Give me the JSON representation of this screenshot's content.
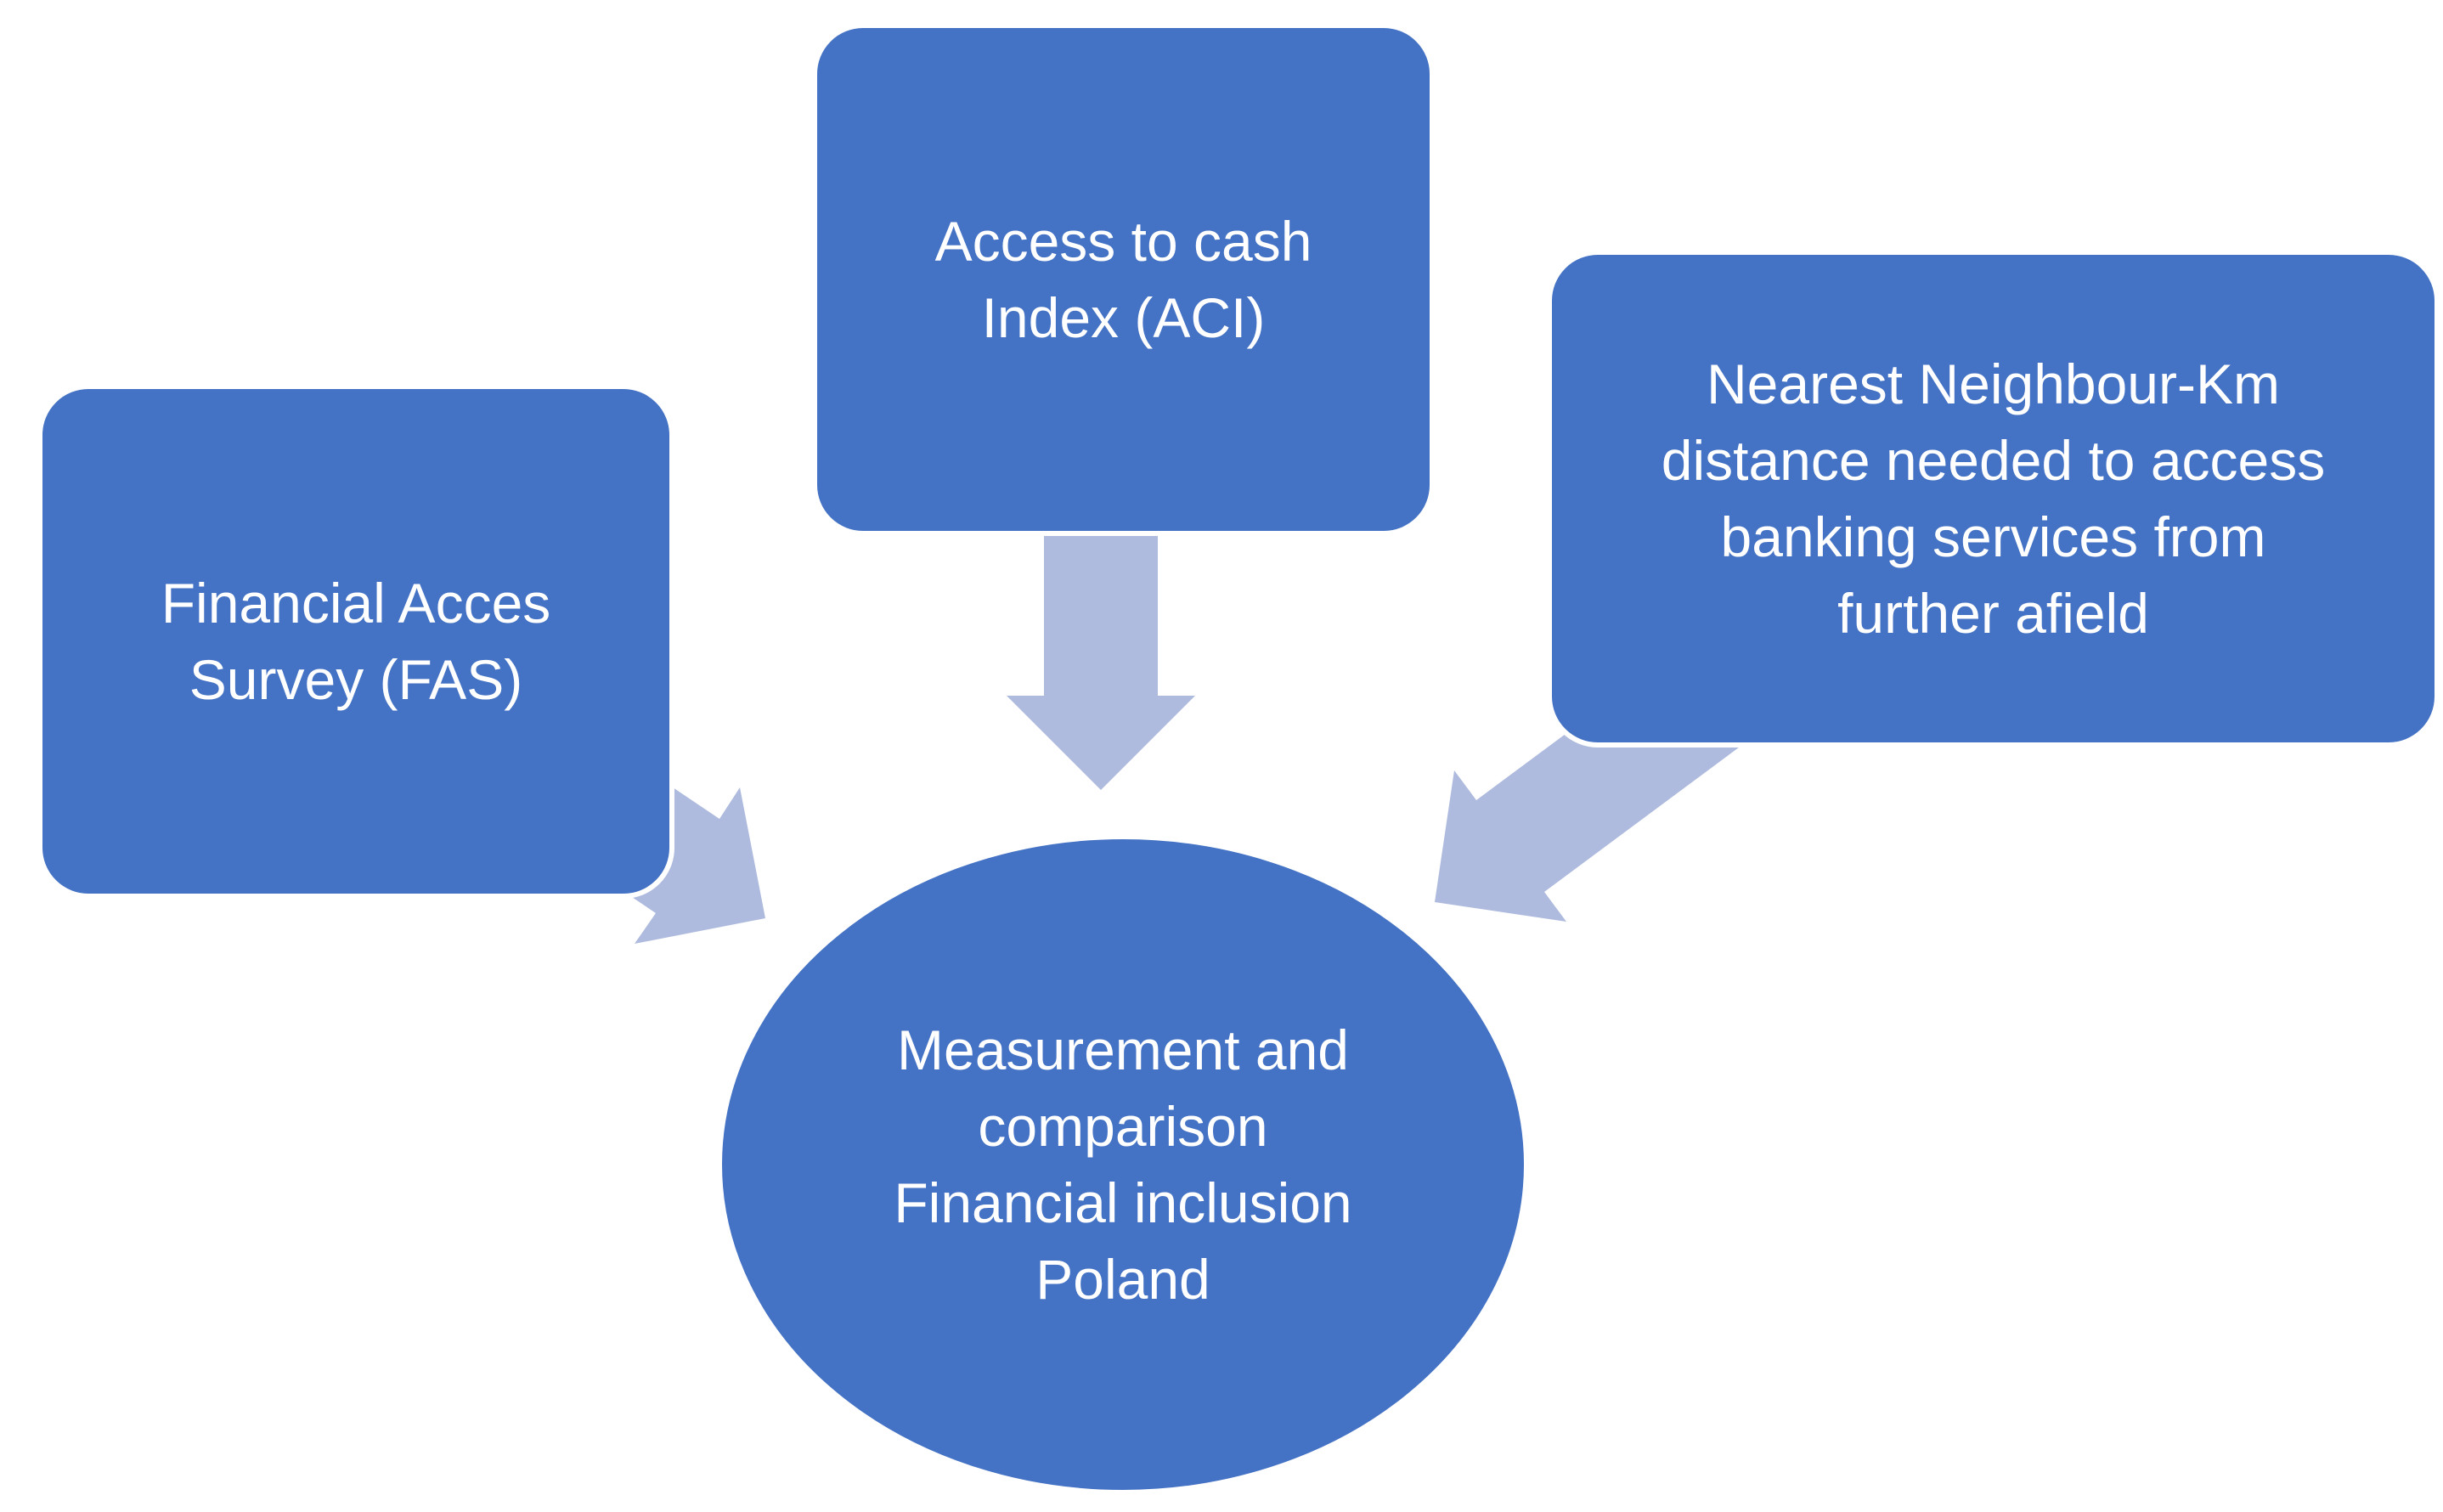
{
  "diagram": {
    "type": "converging-arrows-smartart",
    "background": "#FFFFFF",
    "colors": {
      "node_fill": "#4472C4",
      "node_outline": "#FFFFFF",
      "arrow_fill": "#AEBBDE",
      "text": "#FFFFFF"
    },
    "nodes": [
      {
        "id": "fas",
        "shape": "rounded-rectangle",
        "label": "Financial Acces\nSurvey (FAS)"
      },
      {
        "id": "aci",
        "shape": "rounded-rectangle",
        "label": "Access to cash\nIndex (ACI)"
      },
      {
        "id": "nn-km",
        "shape": "rounded-rectangle",
        "label": "Nearest Neighbour-Km\ndistance needed to access\nbanking services from\nfurther afield"
      },
      {
        "id": "center",
        "shape": "ellipse",
        "label": "Measurement and\ncomparison\nFinancial inclusion\nPoland"
      }
    ],
    "edges": [
      {
        "from": "fas",
        "to": "center",
        "type": "block-arrow"
      },
      {
        "from": "aci",
        "to": "center",
        "type": "block-arrow"
      },
      {
        "from": "nn-km",
        "to": "center",
        "type": "block-arrow"
      }
    ]
  }
}
